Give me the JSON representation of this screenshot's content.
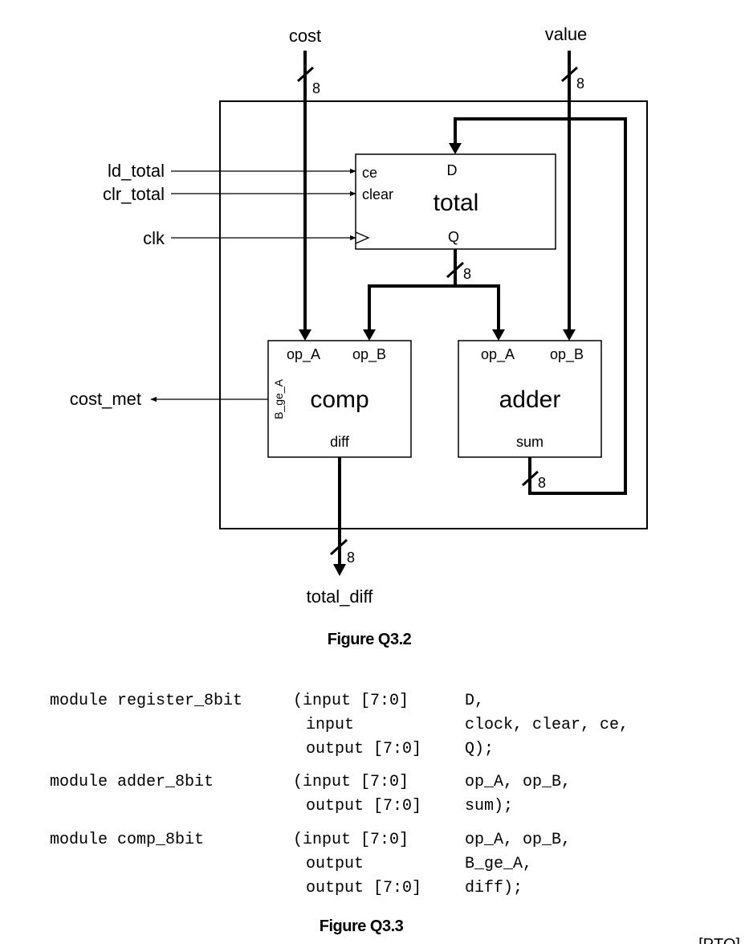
{
  "diagram": {
    "inputs": {
      "cost": "cost",
      "value": "value",
      "ld_total": "ld_total",
      "clr_total": "clr_total",
      "clk": "clk"
    },
    "outputs": {
      "cost_met": "cost_met",
      "total_diff": "total_diff"
    },
    "bus_width": "8",
    "total_block": {
      "name": "total",
      "port_ce": "ce",
      "port_clear": "clear",
      "port_d": "D",
      "port_q": "Q"
    },
    "comp_block": {
      "name": "comp",
      "port_op_a": "op_A",
      "port_op_b": "op_B",
      "port_b_ge_a": "B_ge_A",
      "port_diff": "diff"
    },
    "adder_block": {
      "name": "adder",
      "port_op_a": "op_A",
      "port_op_b": "op_B",
      "port_sum": "sum"
    }
  },
  "figure_q3_2": "Figure Q3.2",
  "code": {
    "register": {
      "line1": {
        "c1": "module register_8bit",
        "c2": "(input [7:0]",
        "c3": "D,"
      },
      "line2": {
        "c2": "input",
        "c3": "clock, clear, ce,"
      },
      "line3": {
        "c2": "output [7:0]",
        "c3": "Q);"
      }
    },
    "adder": {
      "line1": {
        "c1": "module adder_8bit",
        "c2": "(input [7:0]",
        "c3": "op_A, op_B,"
      },
      "line2": {
        "c2": "output [7:0]",
        "c3": "sum);"
      }
    },
    "comp": {
      "line1": {
        "c1": "module comp_8bit",
        "c2": "(input [7:0]",
        "c3": "op_A, op_B,"
      },
      "line2": {
        "c2": "output",
        "c3": "B_ge_A,"
      },
      "line3": {
        "c2": "output [7:0]",
        "c3": "diff);"
      }
    }
  },
  "figure_q3_3": "Figure Q3.3",
  "pto": "[PTO]"
}
